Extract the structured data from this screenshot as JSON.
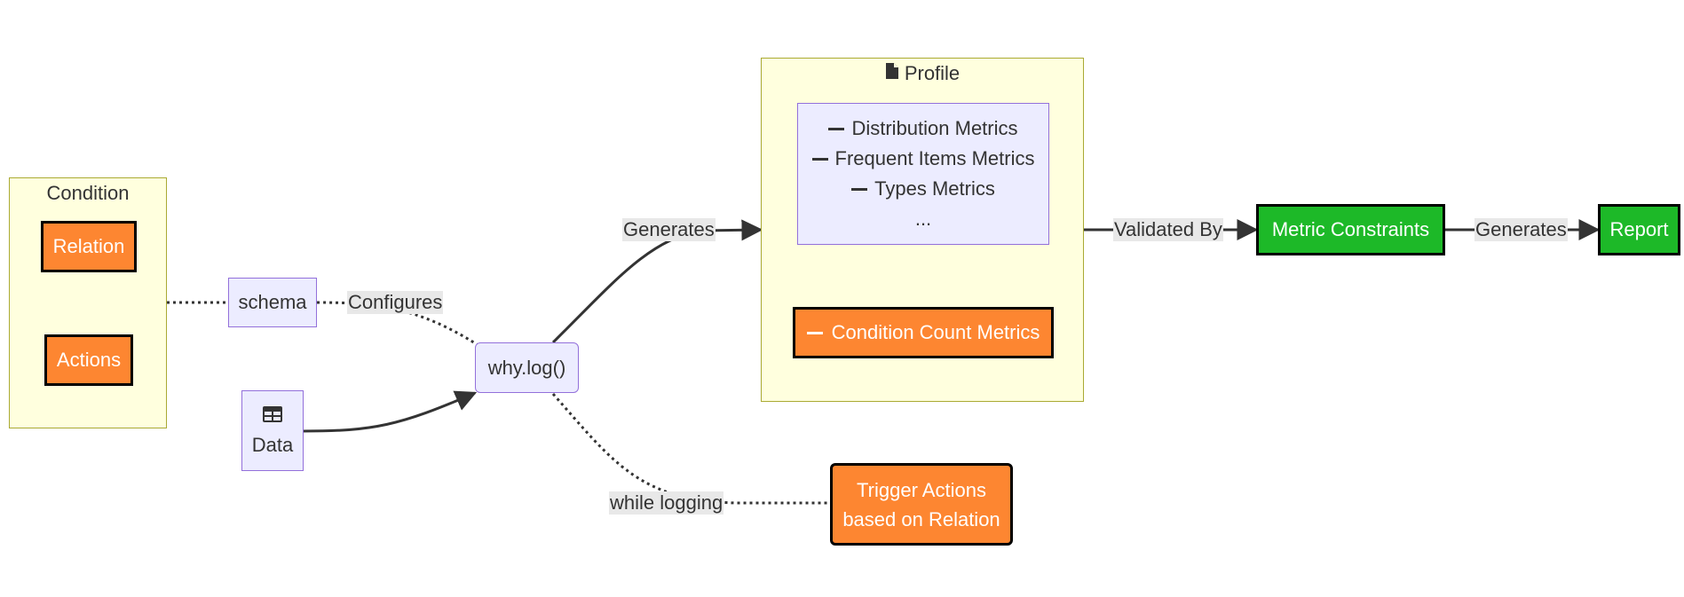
{
  "condition": {
    "title": "Condition",
    "relation_label": "Relation",
    "actions_label": "Actions"
  },
  "schema": {
    "label": "schema"
  },
  "data_node": {
    "icon": "table-icon",
    "label": "Data"
  },
  "whylog": {
    "label": "why.log()"
  },
  "profile": {
    "icon": "file-icon",
    "title": "Profile",
    "metrics": [
      {
        "icon": "dash-icon",
        "label": "Distribution Metrics"
      },
      {
        "icon": "dash-icon",
        "label": "Frequent Items Metrics"
      },
      {
        "icon": "dash-icon",
        "label": "Types Metrics"
      },
      {
        "label": "..."
      }
    ],
    "condition_count": {
      "icon": "dash-icon",
      "label": "Condition Count Metrics"
    }
  },
  "metric_constraints": {
    "label": "Metric Constraints"
  },
  "report": {
    "label": "Report"
  },
  "trigger": {
    "line1": "Trigger Actions",
    "line2": "based on Relation"
  },
  "edge_labels": {
    "configures": "Configures",
    "generates_profile": "Generates",
    "validated_by": "Validated By",
    "generates_report": "Generates",
    "while_logging": "while logging"
  },
  "colors": {
    "cluster_fill": "#ffffde",
    "cluster_stroke": "#aaaa33",
    "node_fill": "#ececff",
    "node_stroke": "#9370db",
    "orange": "#fd8631",
    "green": "#1db928",
    "edge": "#333333",
    "label_bg": "#e8e8e8"
  }
}
